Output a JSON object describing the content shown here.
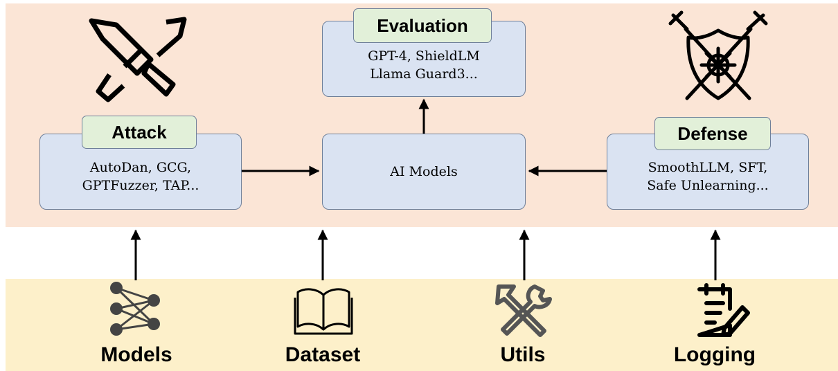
{
  "attack": {
    "tag": "Attack",
    "lines": [
      "AutoDan, GCG,",
      "GPTFuzzer, TAP..."
    ]
  },
  "evaluation": {
    "tag": "Evaluation",
    "lines": [
      "GPT-4, ShieldLM",
      "Llama Guard3..."
    ]
  },
  "center": {
    "label": "AI Models"
  },
  "defense": {
    "tag": "Defense",
    "lines": [
      "SmoothLLM, SFT,",
      "Safe Unlearning..."
    ]
  },
  "modules": [
    {
      "label": "Models",
      "icon": "neural-network-icon"
    },
    {
      "label": "Dataset",
      "icon": "book-icon"
    },
    {
      "label": "Utils",
      "icon": "tools-icon"
    },
    {
      "label": "Logging",
      "icon": "clipboard-icon"
    }
  ],
  "icons": {
    "attack": "crossed-swords-icon",
    "defense": "shield-swords-icon"
  },
  "colors": {
    "top_panel": "#fbe5d6",
    "bottom_panel": "#fdf0ca",
    "box_fill": "#dae3f2",
    "tag_fill": "#e2f0d9",
    "box_border": "#6e7f99"
  }
}
